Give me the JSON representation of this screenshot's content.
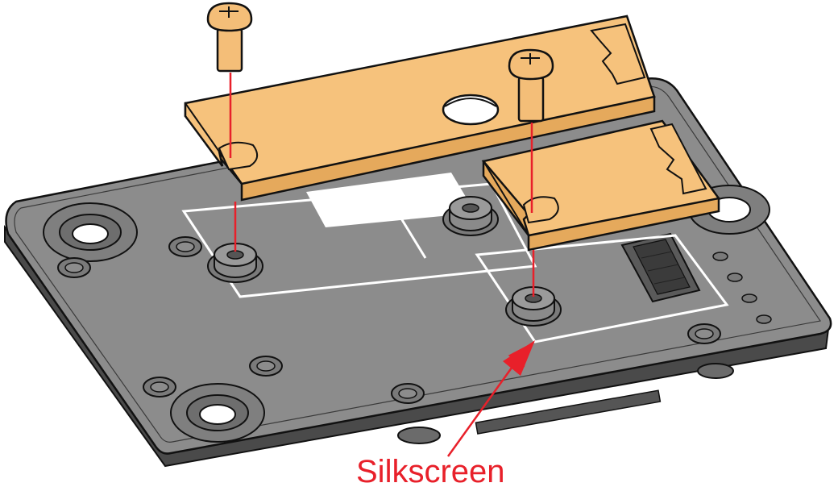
{
  "callout": {
    "label": "Silkscreen",
    "color": "#e8202a"
  },
  "colors": {
    "board_top": "#8e8e8e",
    "board_edge": "#5b5b5b",
    "board_side": "#3f3f3f",
    "silkscreen": "#ffffff",
    "shim": "#f6c27c",
    "shim_side": "#e5a95c",
    "outline": "#111111",
    "screw": "#f4be78",
    "guide_line": "#e8202a"
  },
  "parts": {
    "board": "pcb-carrier-board",
    "shims": [
      "long-shim",
      "short-shim"
    ],
    "screws": 2,
    "connector": "board-to-board-connector"
  }
}
